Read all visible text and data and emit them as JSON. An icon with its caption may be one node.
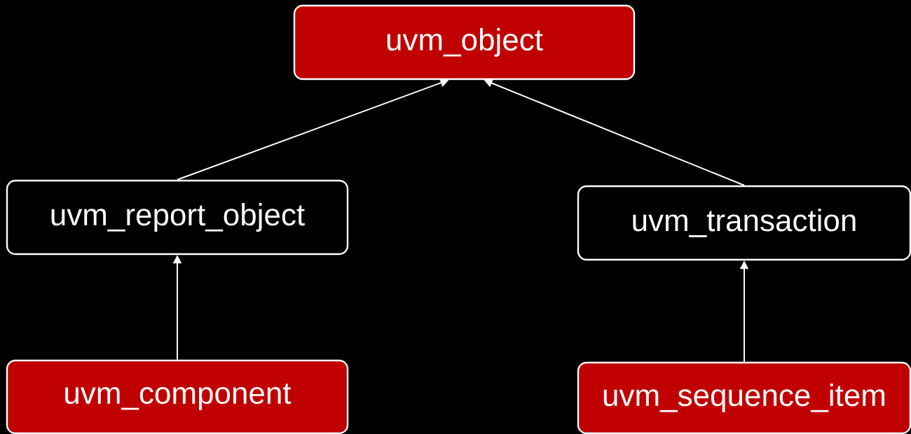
{
  "diagram": {
    "nodes": [
      {
        "text": [
          "uvm_object"
        ]
      },
      {
        "text": [
          "uvm_report_object"
        ]
      },
      {
        "text": [
          "uvm_transaction"
        ]
      },
      {
        "text": [
          "uvm_component"
        ]
      },
      {
        "text": [
          "uvm_sequence_item"
        ]
      }
    ],
    "edges": [
      {
        "from": 1,
        "to": 0,
        "arrow": "to"
      },
      {
        "from": 2,
        "to": 0,
        "arrow": "to"
      },
      {
        "from": 3,
        "to": 1,
        "arrow": "to"
      },
      {
        "from": 4,
        "to": 2,
        "arrow": "to"
      }
    ]
  }
}
